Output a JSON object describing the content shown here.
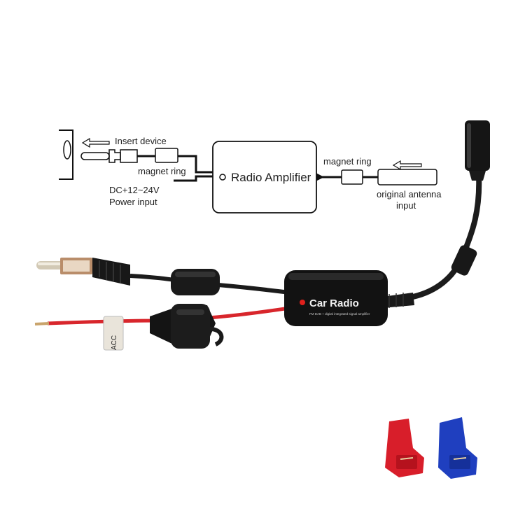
{
  "diagram": {
    "insert_device": "Insert device",
    "magnet_ring_left": "magnet ring",
    "power_line1": "DC+12~24V",
    "power_line2": "Power input",
    "amplifier": "Radio Amplifier",
    "magnet_ring_right": "magnet ring",
    "antenna_line1": "original antenna",
    "antenna_line2": "input"
  },
  "product": {
    "box_label": "Car Radio",
    "box_sublabel": "FM DAB + digital integrated signal amplifier",
    "wire_tag": "ACC"
  },
  "colors": {
    "cable": "#1a1a1a",
    "red_wire": "#d8262c",
    "connector_red": "#d81e2a",
    "connector_blue": "#1f3fbf"
  }
}
